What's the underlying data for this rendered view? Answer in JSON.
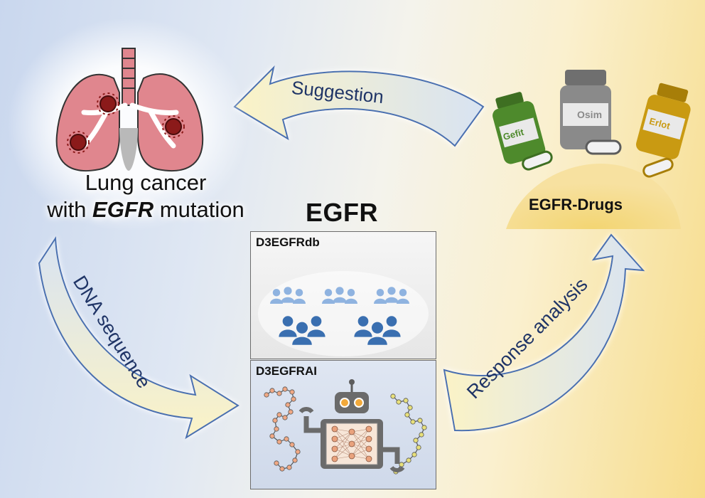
{
  "lung": {
    "title_line1": "Lung cancer",
    "title_line2_prefix": "with ",
    "title_line2_gene": "EGFR",
    "title_line2_suffix": " mutation"
  },
  "center": {
    "title": "EGFR",
    "db_label": "D3EGFRdb",
    "ai_label": "D3EGFRAI"
  },
  "drugs": {
    "title": "EGFR-Drugs",
    "bottles": [
      {
        "label": "Gefit",
        "color": "#4e8a2c"
      },
      {
        "label": "Osim",
        "color": "#8a8a8a"
      },
      {
        "label": "Erlot",
        "color": "#c99a12"
      }
    ]
  },
  "arrows": {
    "top": "Suggestion",
    "left": "DNA sequence",
    "right": "Response analysis"
  },
  "colors": {
    "arrow_fill": "#f6efc8",
    "arrow_stroke": "#ffffff",
    "arrow_text": "#1f3466",
    "lung_pink": "#e0868e",
    "person_light": "#8fb3e0",
    "person_dark": "#3a6fb0"
  }
}
